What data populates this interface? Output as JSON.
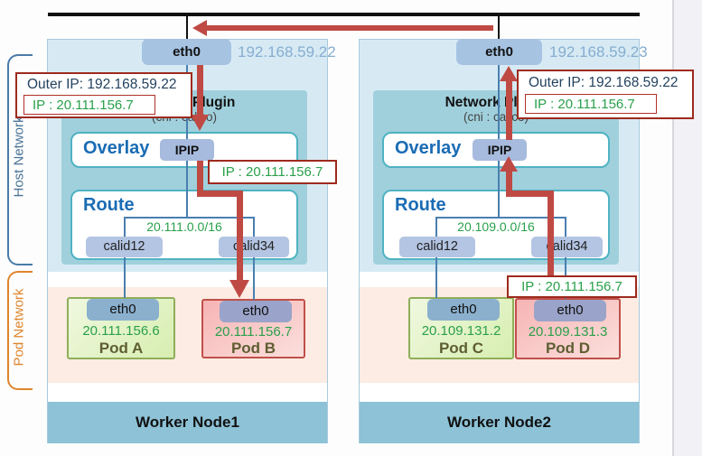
{
  "colors": {
    "flow_red": "#bf4a44",
    "callout_border": "#9e2a1e",
    "ip_green": "#2aa04a",
    "heading_blue": "#1a6cb4",
    "host_label": "#4a7296",
    "pod_label": "#df852c",
    "node_fill": "#d7eaf4",
    "plugin_fill": "#a0d0dc",
    "worker_band": "#8dc2d7",
    "pod_band": "#fcece3"
  },
  "side_labels": {
    "host": "Host Network",
    "pod": "Pod Network"
  },
  "callouts": {
    "node1_host": {
      "outer": "Outer IP: 192.168.59.22",
      "inner": "IP : 20.111.156.7"
    },
    "node1_overlay": {
      "text": "IP : 20.111.156.7"
    },
    "node2_host": {
      "outer": "Outer IP: 192.168.59.22",
      "inner": "IP : 20.111.156.7"
    },
    "node2_pod": {
      "text": "IP : 20.111.156.7"
    }
  },
  "nodes": [
    {
      "name": "Worker Node1",
      "nic": "eth0",
      "nic_ip": "192.168.59.22",
      "plugin_title": "Network Plugin",
      "plugin_subtitle": "(cni : calico)",
      "overlay": "Overlay",
      "tunnel": "IPIP",
      "route": "Route",
      "cidr": "20.111.0.0/16",
      "ifaces": [
        "calid12",
        "calid34"
      ],
      "pods": [
        {
          "name": "Pod A",
          "nic": "eth0",
          "ip": "20.111.156.6"
        },
        {
          "name": "Pod B",
          "nic": "eth0",
          "ip": "20.111.156.7"
        }
      ]
    },
    {
      "name": "Worker Node2",
      "nic": "eth0",
      "nic_ip": "192.168.59.23",
      "plugin_title": "Network Plugin",
      "plugin_subtitle": "(cni : calico)",
      "overlay": "Overlay",
      "tunnel": "IPIP",
      "route": "Route",
      "cidr": "20.109.0.0/16",
      "ifaces": [
        "calid12",
        "calid34"
      ],
      "pods": [
        {
          "name": "Pod C",
          "nic": "eth0",
          "ip": "20.109.131.2"
        },
        {
          "name": "Pod D",
          "nic": "eth0",
          "ip": "20.109.131.3"
        }
      ]
    }
  ]
}
